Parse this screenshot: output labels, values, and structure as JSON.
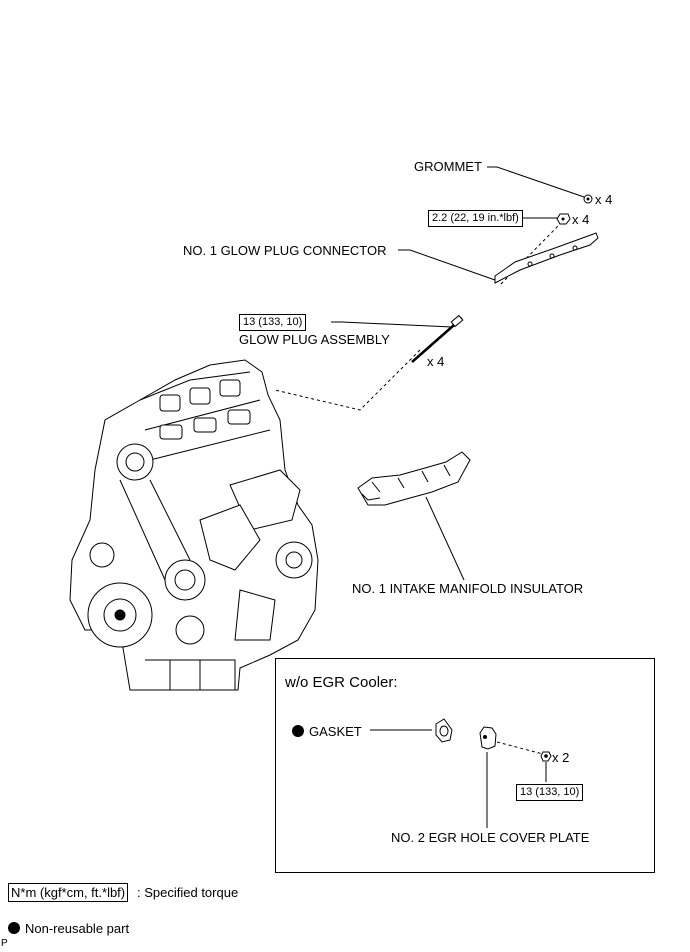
{
  "labels": {
    "grommet": "GROMMET",
    "grommet_qty": "x 4",
    "nut_qty": "x 4",
    "glow_connector": "NO. 1 GLOW PLUG CONNECTOR",
    "glow_plug": "GLOW PLUG ASSEMBLY",
    "glow_plug_qty": "x 4",
    "intake_insulator": "NO. 1 INTAKE MANIFOLD INSULATOR"
  },
  "torques": {
    "connector_nut": "2.2 (22, 19 in.*lbf)",
    "glow_plug": "13 (133, 10)",
    "cover_plate": "13 (133, 10)"
  },
  "inset": {
    "title": "w/o EGR Cooler:",
    "gasket": "GASKET",
    "bolt_qty": "x 2",
    "cover_plate": "NO. 2 EGR HOLE COVER PLATE"
  },
  "legend": {
    "torque_box": "N*m (kgf*cm, ft.*lbf)",
    "torque_text": ": Specified torque",
    "nonreusable_text": "Non-reusable part"
  },
  "corner_mark": "P"
}
